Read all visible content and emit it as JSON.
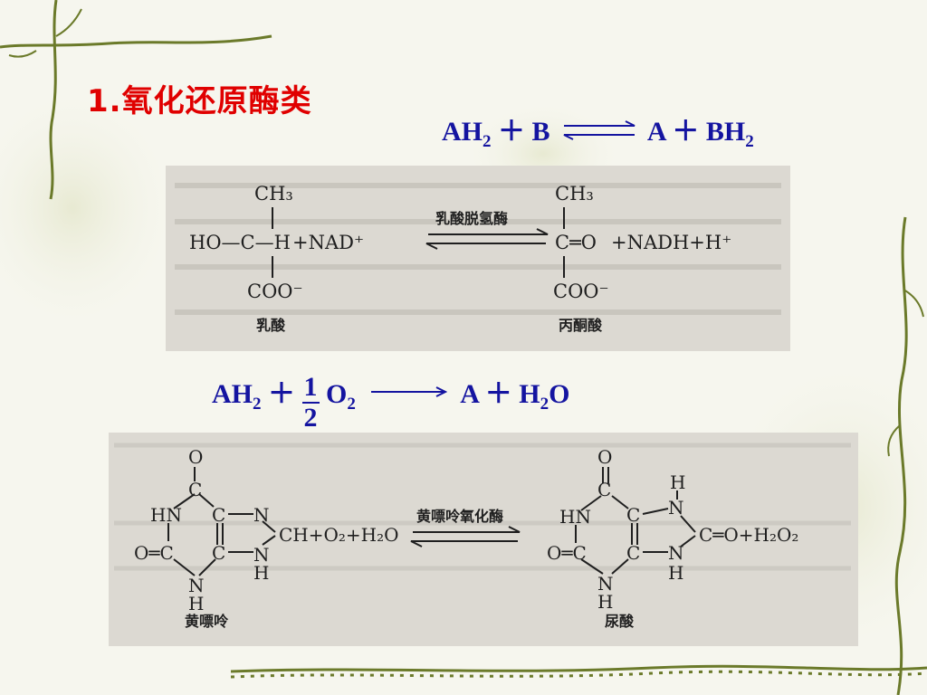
{
  "slide": {
    "title": "1.氧化还原酶类",
    "colors": {
      "title": "#e00000",
      "equations": "#1414a0",
      "vine": "#6b7a2a"
    }
  },
  "equation_1": {
    "left_reactant": "AH",
    "left_sub": "2",
    "plus": "＋",
    "right_reactant": "B",
    "arrow": "reversible",
    "product_1": "A",
    "product_2": "BH",
    "product_2_sub": "2"
  },
  "equation_2": {
    "reactant": "AH",
    "reactant_sub": "2",
    "plus": "＋",
    "frac_num": "1",
    "frac_den": "2",
    "oxygen": "O",
    "oxygen_sub": "2",
    "arrow": "forward",
    "product_1": "A",
    "product_2": "H",
    "product_2_sub": "2",
    "product_2_end": "O"
  },
  "figure_1": {
    "reactant_name": "乳酸",
    "product_name": "丙酮酸",
    "enzyme": "乳酸脱氢酶",
    "methyl": "CH₃",
    "ho_c_h": "HO—C—H",
    "nad_plus": "+NAD⁺",
    "carbonyl": "C═O",
    "nadh": "+NADH+H⁺",
    "carboxylate": "COO⁻"
  },
  "figure_2": {
    "reactant_name": "黄嘌呤",
    "product_name": "尿酸",
    "enzyme": "黄嘌呤氧化酶",
    "reactant_tail": "CH+O₂+H₂O",
    "product_tail": "C═O+H₂O₂",
    "atoms": {
      "O": "O",
      "C": "C",
      "N": "N",
      "H": "H",
      "HN": "HN"
    },
    "o_eq_c": "O═C"
  }
}
